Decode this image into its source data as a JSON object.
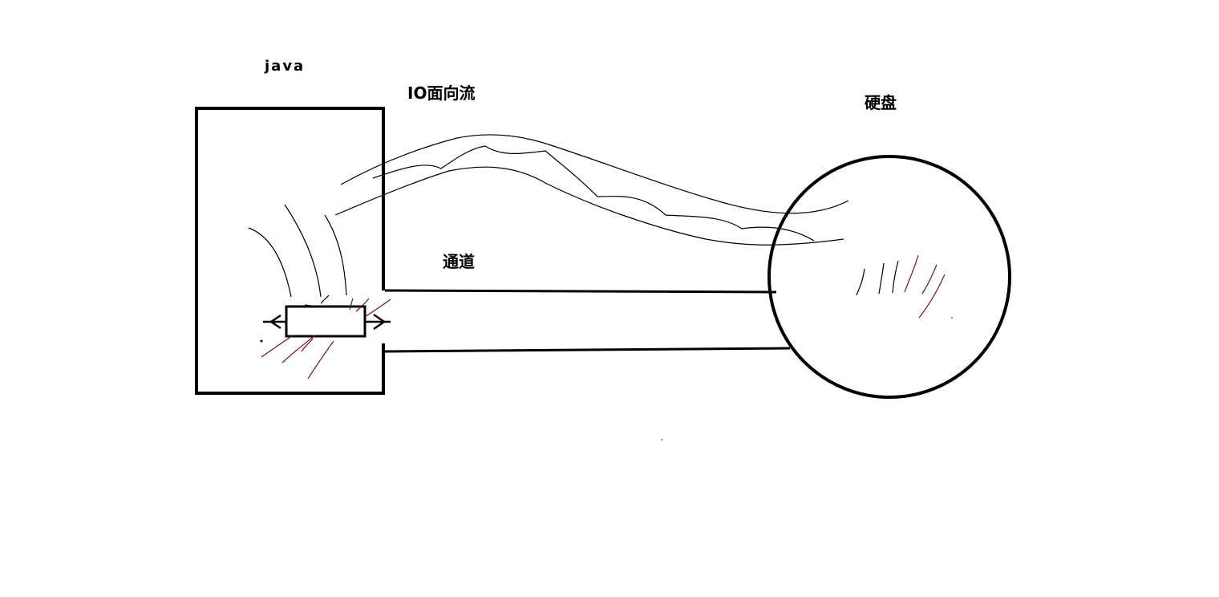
{
  "labels": {
    "java": "java",
    "io_stream": "IO面向流",
    "channel": "通道",
    "disk": "硬盘"
  },
  "colors": {
    "stroke": "#000000",
    "accent_strokes": "#7a1030",
    "background": "#ffffff"
  }
}
